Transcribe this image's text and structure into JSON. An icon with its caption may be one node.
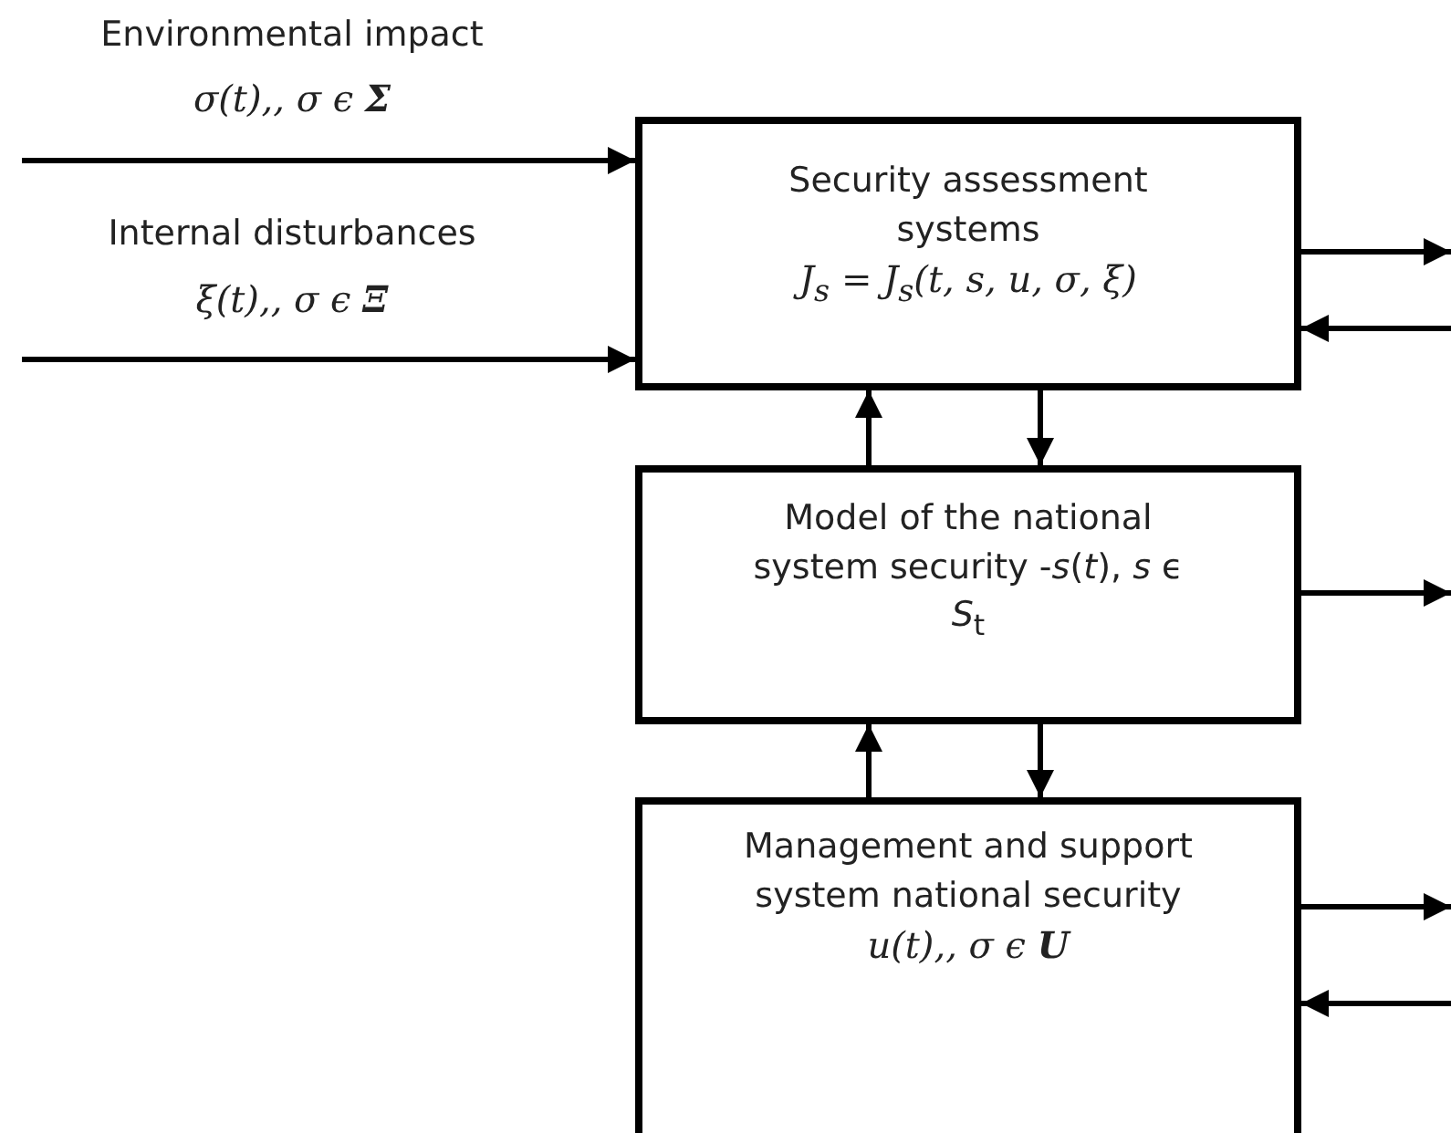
{
  "diagram": {
    "nodes": [
      {
        "text": [
          "Security assessment systems",
          "J$_{s}$ = J$_{s}$(t, s, u, σ, ξ)"
        ]
      },
      {
        "text": [
          "Model of the national system security -*s*(*t*), *s* ϵ *S*$_{t}$"
        ]
      },
      {
        "text": [
          "Management and support system national security",
          "u(t),, σ ϵ **U**"
        ]
      }
    ],
    "edges": [
      {
        "from": null,
        "to": 0,
        "arrow": "to",
        "label": "Environmental impact"
      },
      {
        "from": null,
        "to": 0,
        "arrow": "to",
        "label": "Internal disturbances"
      },
      {
        "from": 0,
        "to": null,
        "arrow": "to"
      },
      {
        "from": null,
        "to": 0,
        "arrow": "to"
      },
      {
        "from": 1,
        "to": 0,
        "arrow": "to"
      },
      {
        "from": 0,
        "to": 1,
        "arrow": "to"
      },
      {
        "from": 1,
        "to": null,
        "arrow": "to"
      },
      {
        "from": 2,
        "to": 1,
        "arrow": "to"
      },
      {
        "from": 1,
        "to": 2,
        "arrow": "to"
      },
      {
        "from": 2,
        "to": null,
        "arrow": "to"
      },
      {
        "from": null,
        "to": 2,
        "arrow": "to"
      }
    ],
    "labels": [
      "σ(t),, σ ϵ **Σ**",
      "ξ(t),, σ ϵ **Ξ**"
    ]
  }
}
